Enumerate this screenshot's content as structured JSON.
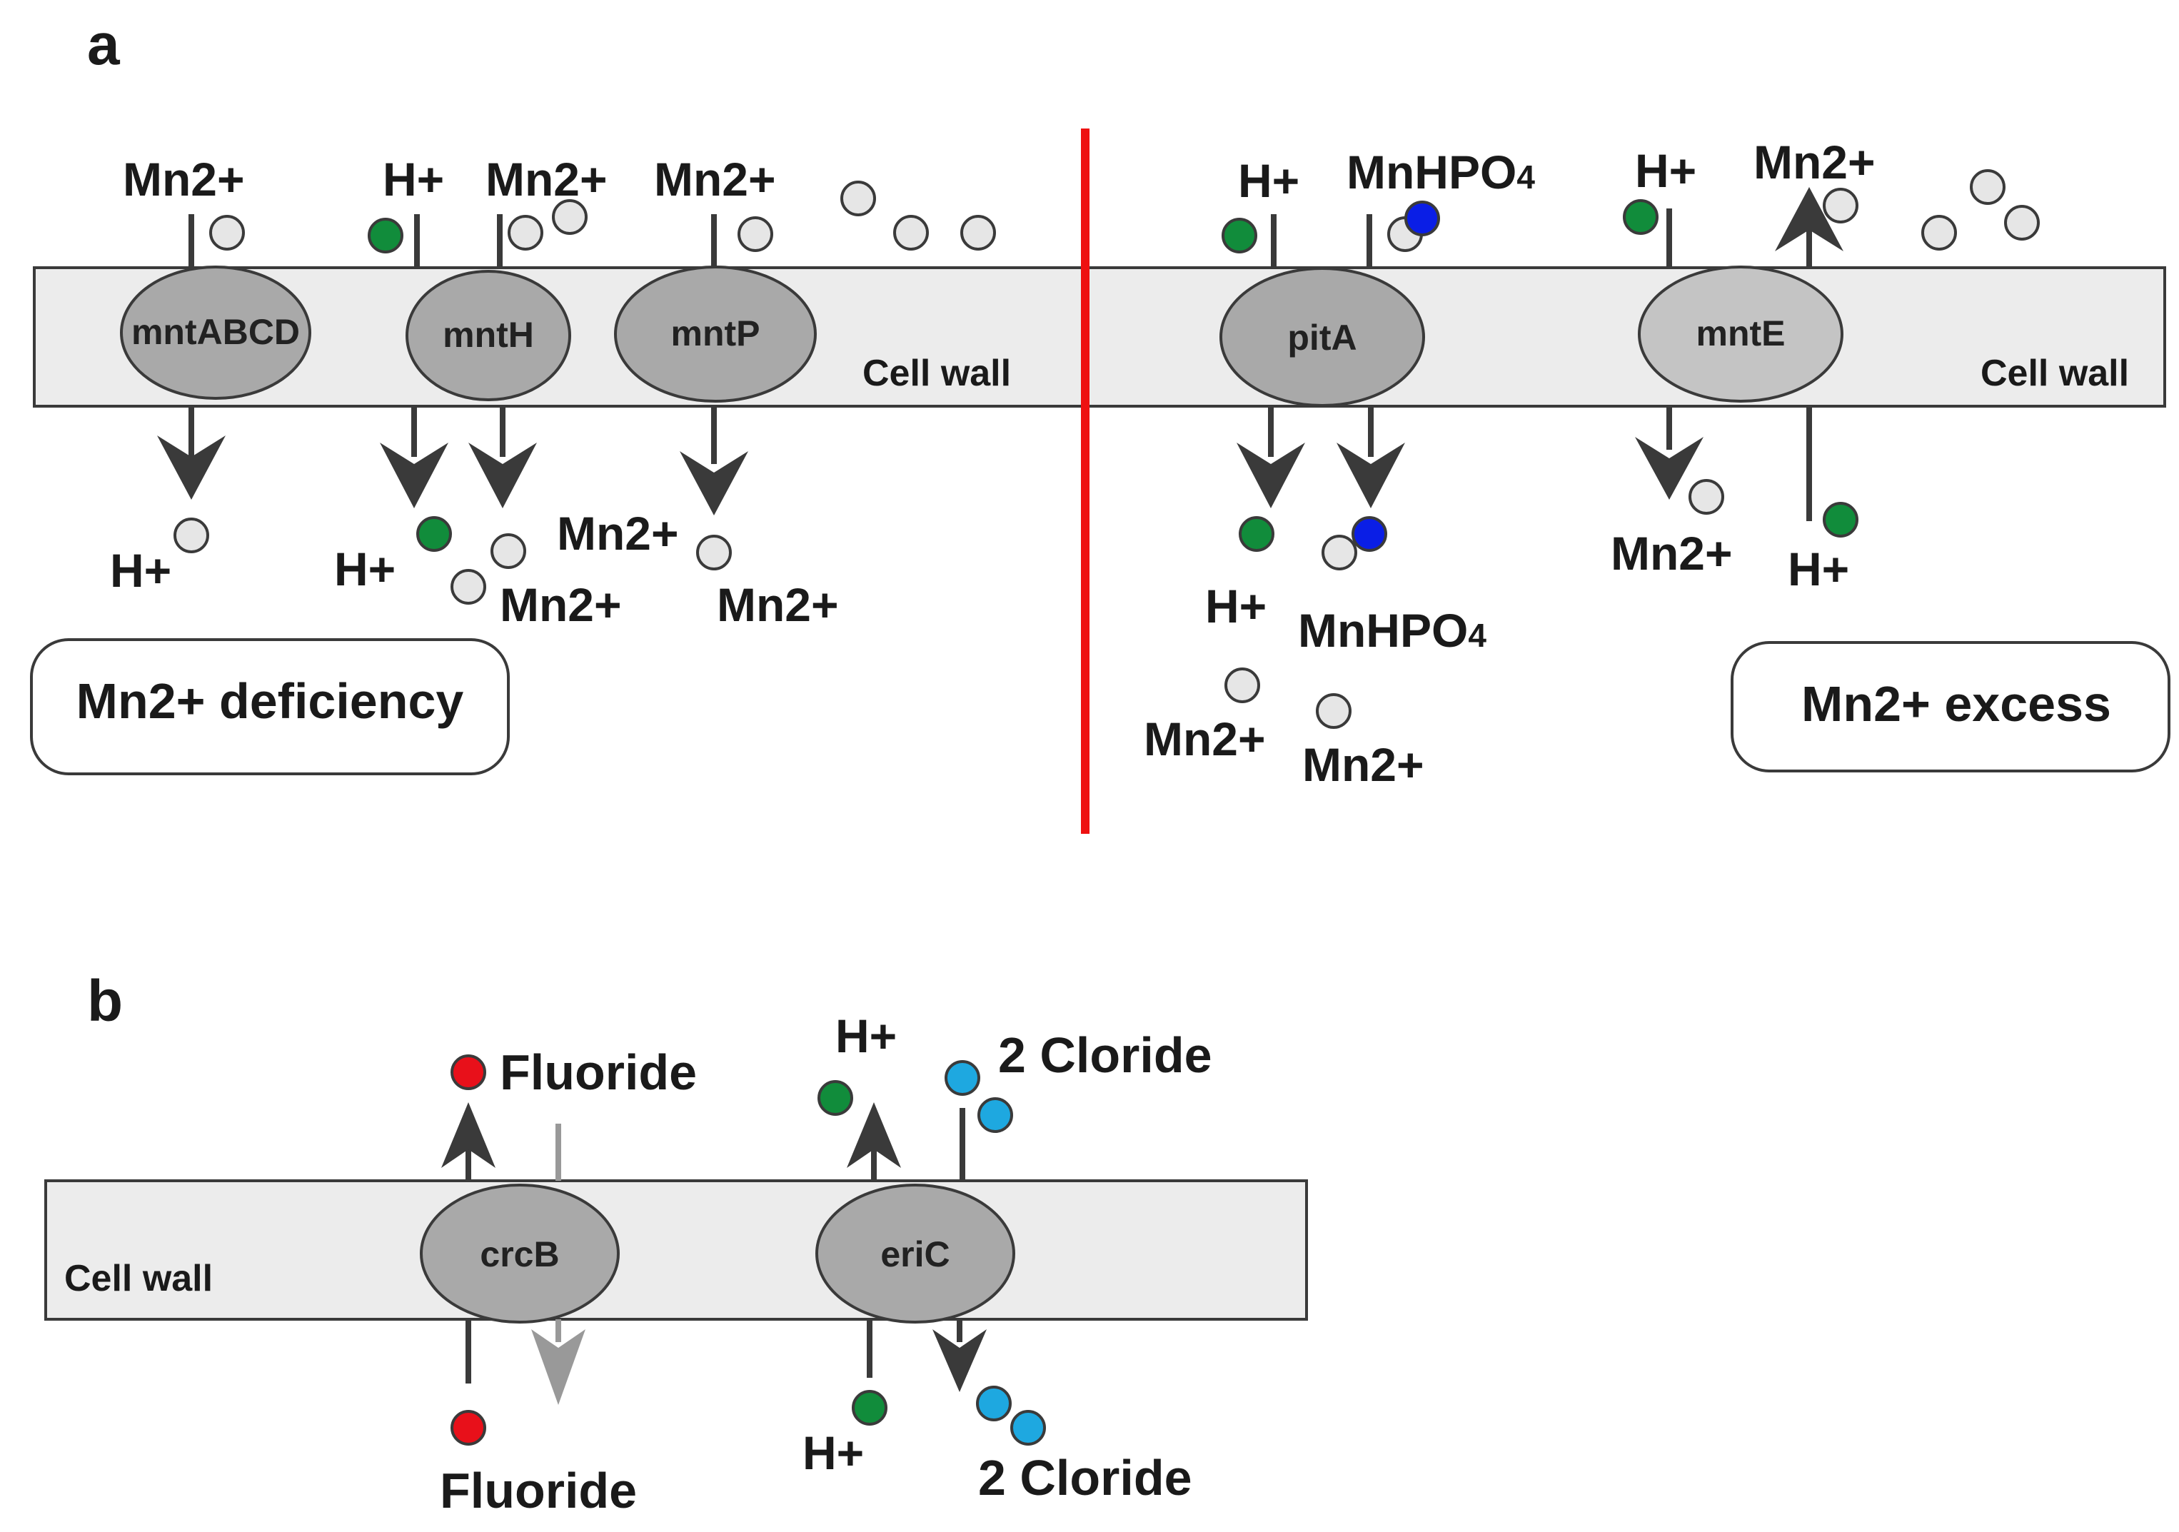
{
  "panel_a": {
    "label": "a",
    "wall_label": "Cell wall",
    "proteins": {
      "mntABCD": "mntABCD",
      "mntH": "mntH",
      "mntP": "mntP",
      "pitA": "pitA",
      "mntE": "mntE"
    },
    "ions": {
      "mn": "Mn2+",
      "h": "H+",
      "mnhpo_main": "MnHPO",
      "mnhpo_sub": "4"
    },
    "conditions": {
      "deficiency": "Mn2+ deficiency",
      "excess": "Mn2+ excess"
    }
  },
  "panel_b": {
    "label": "b",
    "wall_label": "Cell wall",
    "proteins": {
      "crcB": "crcB",
      "eriC": "eriC"
    },
    "ions": {
      "fluoride": "Fluoride",
      "h": "H+",
      "chloride": "2 Cloride"
    }
  },
  "colors": {
    "membrane": "#ececec",
    "protein": "#a9a9a9",
    "protein_light": "#c4c4c4",
    "proton": "#118c3b",
    "manganese": "#e6e6e6",
    "phosphate": "#0a1ee6",
    "fluoride": "#e8101a",
    "chloride": "#1ea8e0",
    "divider": "#ee1111",
    "arrow": "#3a3a3a",
    "arrow_light": "#999999"
  }
}
